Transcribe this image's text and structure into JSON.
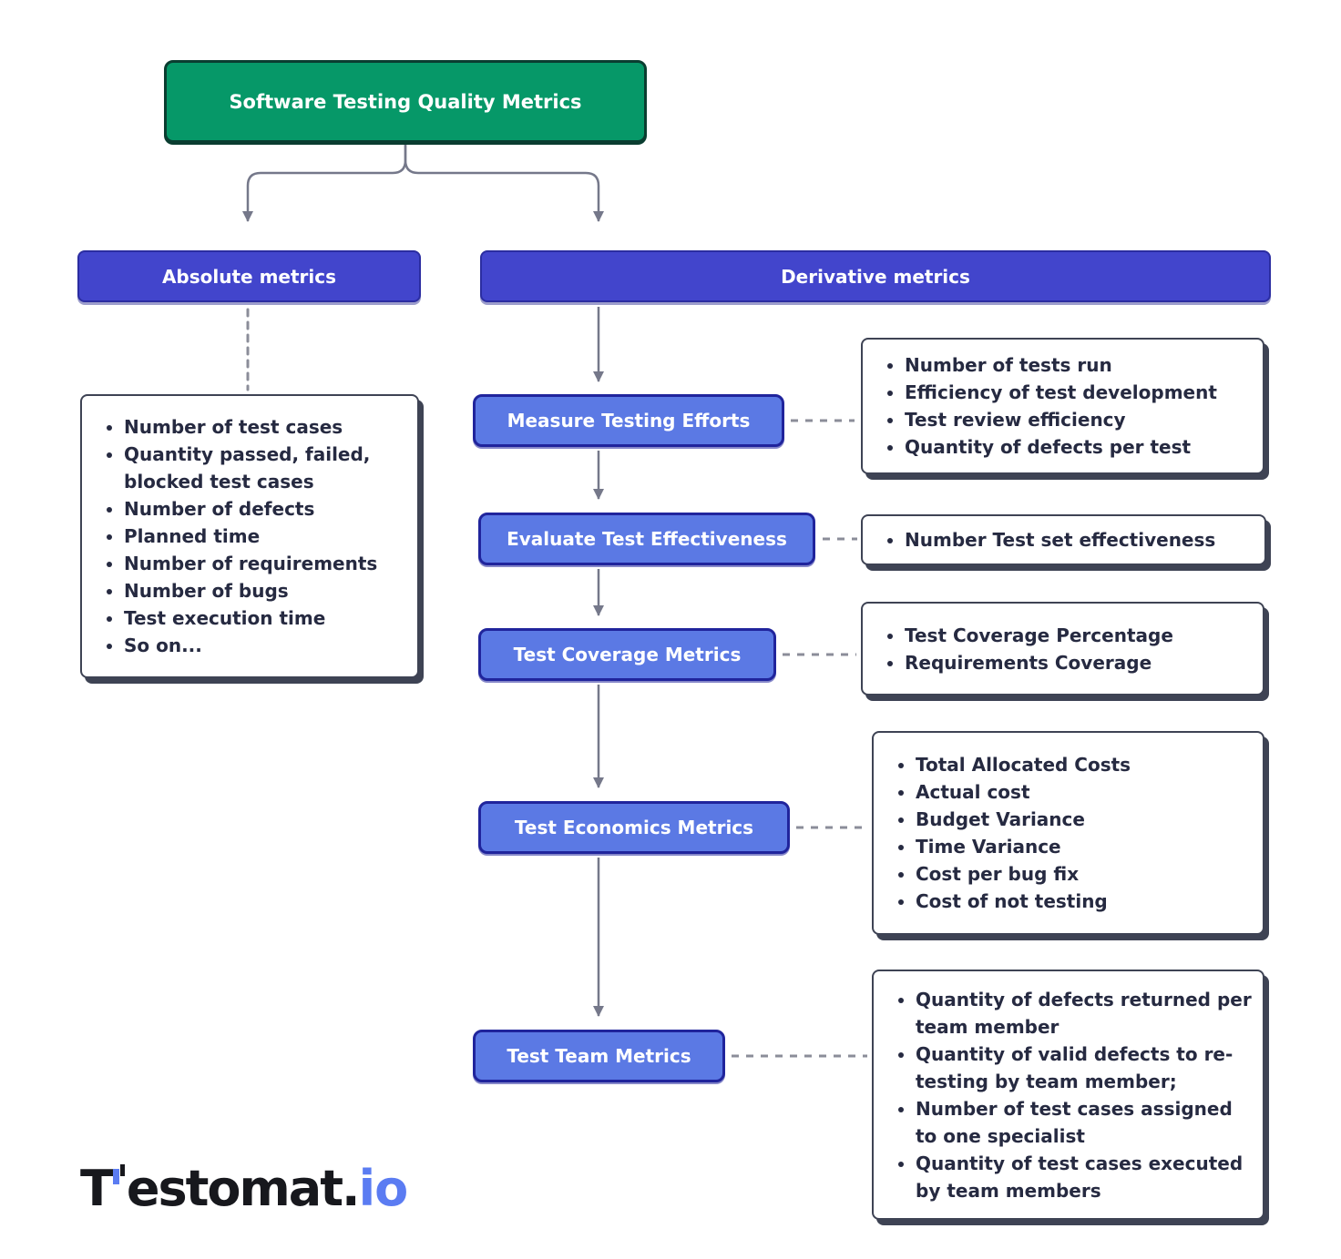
{
  "root": {
    "label": "Software Testing Quality Metrics"
  },
  "absolute": {
    "label": "Absolute metrics",
    "items": [
      "Number of test cases",
      "Quantity passed, failed, blocked test cases",
      "Number of defects",
      "Planned time",
      "Number of requirements",
      "Number of bugs",
      "Test execution time",
      "So on..."
    ]
  },
  "derivative": {
    "label": "Derivative metrics",
    "chain": [
      {
        "label": "Measure Testing Efforts",
        "items": [
          "Number of tests run",
          "Efficiency of test development",
          "Test review efficiency",
          "Quantity of defects per test"
        ]
      },
      {
        "label": "Evaluate Test Effectiveness",
        "items": [
          "Number Test set effectiveness"
        ]
      },
      {
        "label": "Test Coverage Metrics",
        "items": [
          "Test Coverage Percentage",
          "Requirements Coverage"
        ]
      },
      {
        "label": "Test Economics Metrics",
        "items": [
          "Total Allocated Costs",
          "Actual cost",
          "Budget Variance",
          "Time Variance",
          "Cost per bug fix",
          "Cost of not testing"
        ]
      },
      {
        "label": "Test Team Metrics",
        "items": [
          "Quantity of defects returned per team member",
          "Quantity of valid defects to re-testing by team member;",
          "Number of test cases assigned to one specialist",
          "Quantity of test cases executed by team members"
        ]
      }
    ]
  },
  "logo": {
    "prefix": "T",
    "dark_part": "estomat.",
    "accent_part": "io"
  },
  "colors": {
    "root_green": "#069868",
    "root_green_border": "#0a3d30",
    "header_blue": "#4245cc",
    "header_blue_border": "#2b2da1",
    "chain_blue": "#5b79e4",
    "chain_blue_border": "#20249c",
    "list_border": "#3e4354",
    "list_text": "#262a41",
    "connector_gray": "#75788a",
    "logo_accent_blue": "#5b7cf2"
  }
}
